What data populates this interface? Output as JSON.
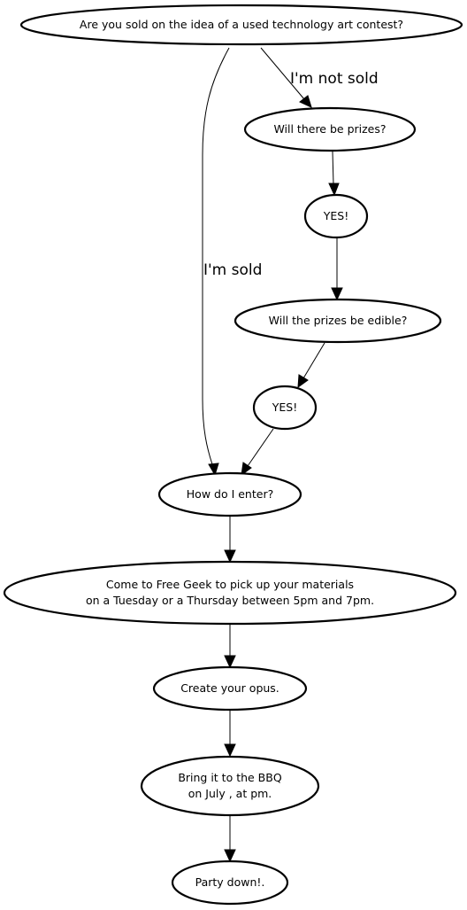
{
  "diagram": {
    "nodes": {
      "sold_question": "Are you sold on the idea of a used technology art contest?",
      "prizes_question": "Will there be prizes?",
      "yes_1": "YES!",
      "edible_question": "Will the prizes be edible?",
      "yes_2": "YES!",
      "how_enter": "How do I enter?",
      "come_line1": "Come to Free Geek to pick up your materials",
      "come_line2": "on a Tuesday or a Thursday between 5pm and 7pm.",
      "create_opus": "Create your opus.",
      "bbq_line1": "Bring it to the BBQ",
      "bbq_line2": "on July , at pm.",
      "party": "Party down!."
    },
    "edges": {
      "not_sold": "I'm not sold",
      "sold": "I'm sold"
    }
  }
}
